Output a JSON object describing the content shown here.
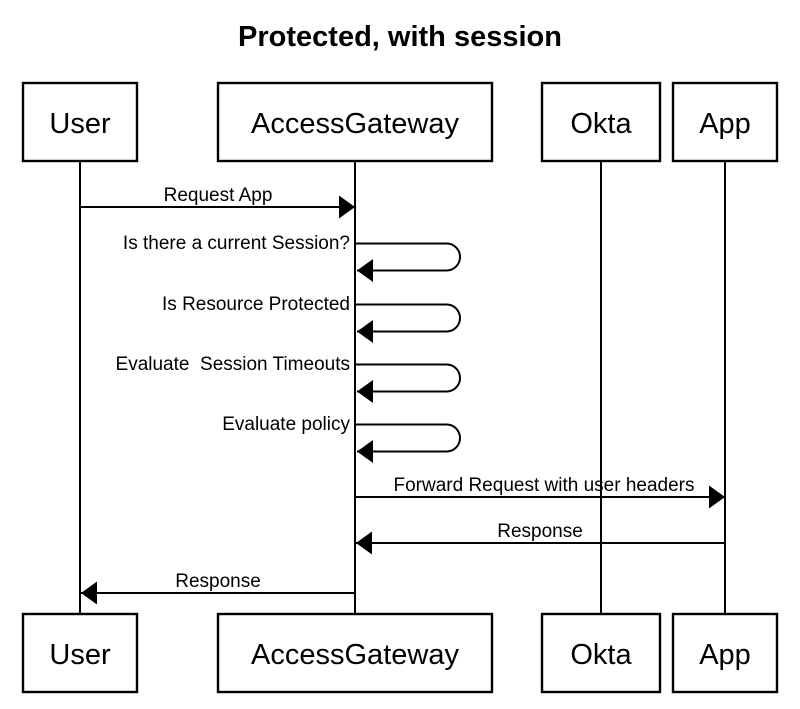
{
  "title": "Protected, with session",
  "diagram_type": "sequence-diagram",
  "colors": {
    "line": "#000000",
    "text": "#000000",
    "background": "#ffffff"
  },
  "participants": [
    {
      "name": "User"
    },
    {
      "name": "AccessGateway"
    },
    {
      "name": "Okta"
    },
    {
      "name": "App"
    }
  ],
  "messages": [
    {
      "label": "Request App",
      "from": "User",
      "to": "AccessGateway",
      "kind": "solid-arrow"
    },
    {
      "label": "Is there a current Session?",
      "from": "AccessGateway",
      "to": "AccessGateway",
      "kind": "self-message"
    },
    {
      "label": "Is Resource Protected",
      "from": "AccessGateway",
      "to": "AccessGateway",
      "kind": "self-message"
    },
    {
      "label": "Evaluate  Session Timeouts",
      "from": "AccessGateway",
      "to": "AccessGateway",
      "kind": "self-message"
    },
    {
      "label": "Evaluate policy",
      "from": "AccessGateway",
      "to": "AccessGateway",
      "kind": "self-message"
    },
    {
      "label": "Forward Request with user headers",
      "from": "AccessGateway",
      "to": "App",
      "kind": "solid-arrow"
    },
    {
      "label": "Response",
      "from": "App",
      "to": "AccessGateway",
      "kind": "solid-arrow"
    },
    {
      "label": "Response",
      "from": "AccessGateway",
      "to": "User",
      "kind": "solid-arrow"
    }
  ]
}
